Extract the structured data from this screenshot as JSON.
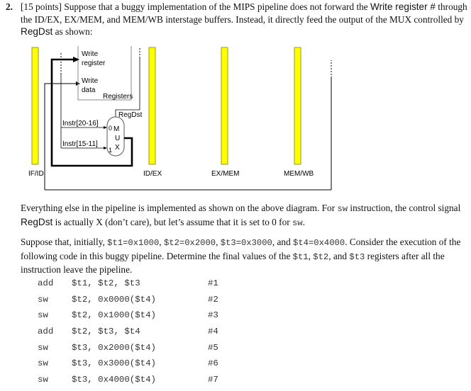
{
  "question": {
    "number": "2.",
    "points": "[15 points]",
    "intro_1": " Suppose that a buggy implementation of the MIPS pipeline does not forward the ",
    "write_register": "Write register #",
    "intro_2": " through the ID/EX, EX/MEM, and MEM/WB interstage buffers. Instead, it directly feed the output of the MUX controlled by ",
    "regdst": "RegDst",
    "intro_3": " as shown:"
  },
  "diagram": {
    "registers_block": {
      "write_register_line1": "Write",
      "write_register_line2": "register",
      "write_data_line1": "Write",
      "write_data_line2": "data",
      "title": "Registers"
    },
    "mux": {
      "control": "RegDst",
      "input0_label": "Instr[20-16]",
      "input1_label": "Instr[15-11]",
      "input0_num": "0",
      "input1_num": "1",
      "letters": [
        "M",
        "U",
        "X"
      ]
    },
    "buffers": [
      {
        "label": "IF/ID"
      },
      {
        "label": "ID/EX"
      },
      {
        "label": "EX/MEM"
      },
      {
        "label": "MEM/WB"
      }
    ],
    "colors": {
      "buffer_fill": "#ffff00",
      "buffer_stroke": "#7f7f00",
      "wire": "#000000"
    }
  },
  "paragraph1": {
    "t1": "Everything else in the pipeline is implemented as shown on the above diagram. For ",
    "sw1": "sw",
    "t2": "  instruction, the control signal ",
    "regdst": "RegDst",
    "t3": " is actually X (don’t care), but let’s assume that it is set to 0 for ",
    "sw2": "sw",
    "t4": "."
  },
  "paragraph2": {
    "t1": "Suppose that, initially, ",
    "t1_init": "$t1=0x1000",
    "c1": ", ",
    "t2_init": "$t2=0x2000",
    "c2": ", ",
    "t3_init": "$t3=0x3000",
    "c3": ", and ",
    "t4_init": "$t4=0x4000",
    "t2": ". Consider the execution of the following code in this buggy pipeline. Determine the final values of the ",
    "r1": "$t1",
    "c4": ", ",
    "r2": "$t2",
    "c5": ", and ",
    "r3": "$t3",
    "t3": " registers after all the instruction leave the pipeline."
  },
  "code": [
    {
      "op": "add",
      "args": "$t1, $t2, $t3",
      "tag": "#1"
    },
    {
      "op": "sw",
      "args": "$t2, 0x0000($t4)",
      "tag": "#2"
    },
    {
      "op": "sw",
      "args": "$t2, 0x1000($t4)",
      "tag": "#3"
    },
    {
      "op": "add",
      "args": "$t2, $t3, $t4",
      "tag": "#4"
    },
    {
      "op": "sw",
      "args": "$t3, 0x2000($t4)",
      "tag": "#5"
    },
    {
      "op": "sw",
      "args": "$t3, 0x3000($t4)",
      "tag": "#6"
    },
    {
      "op": "sw",
      "args": "$t3, 0x4000($t4)",
      "tag": "#7"
    }
  ]
}
